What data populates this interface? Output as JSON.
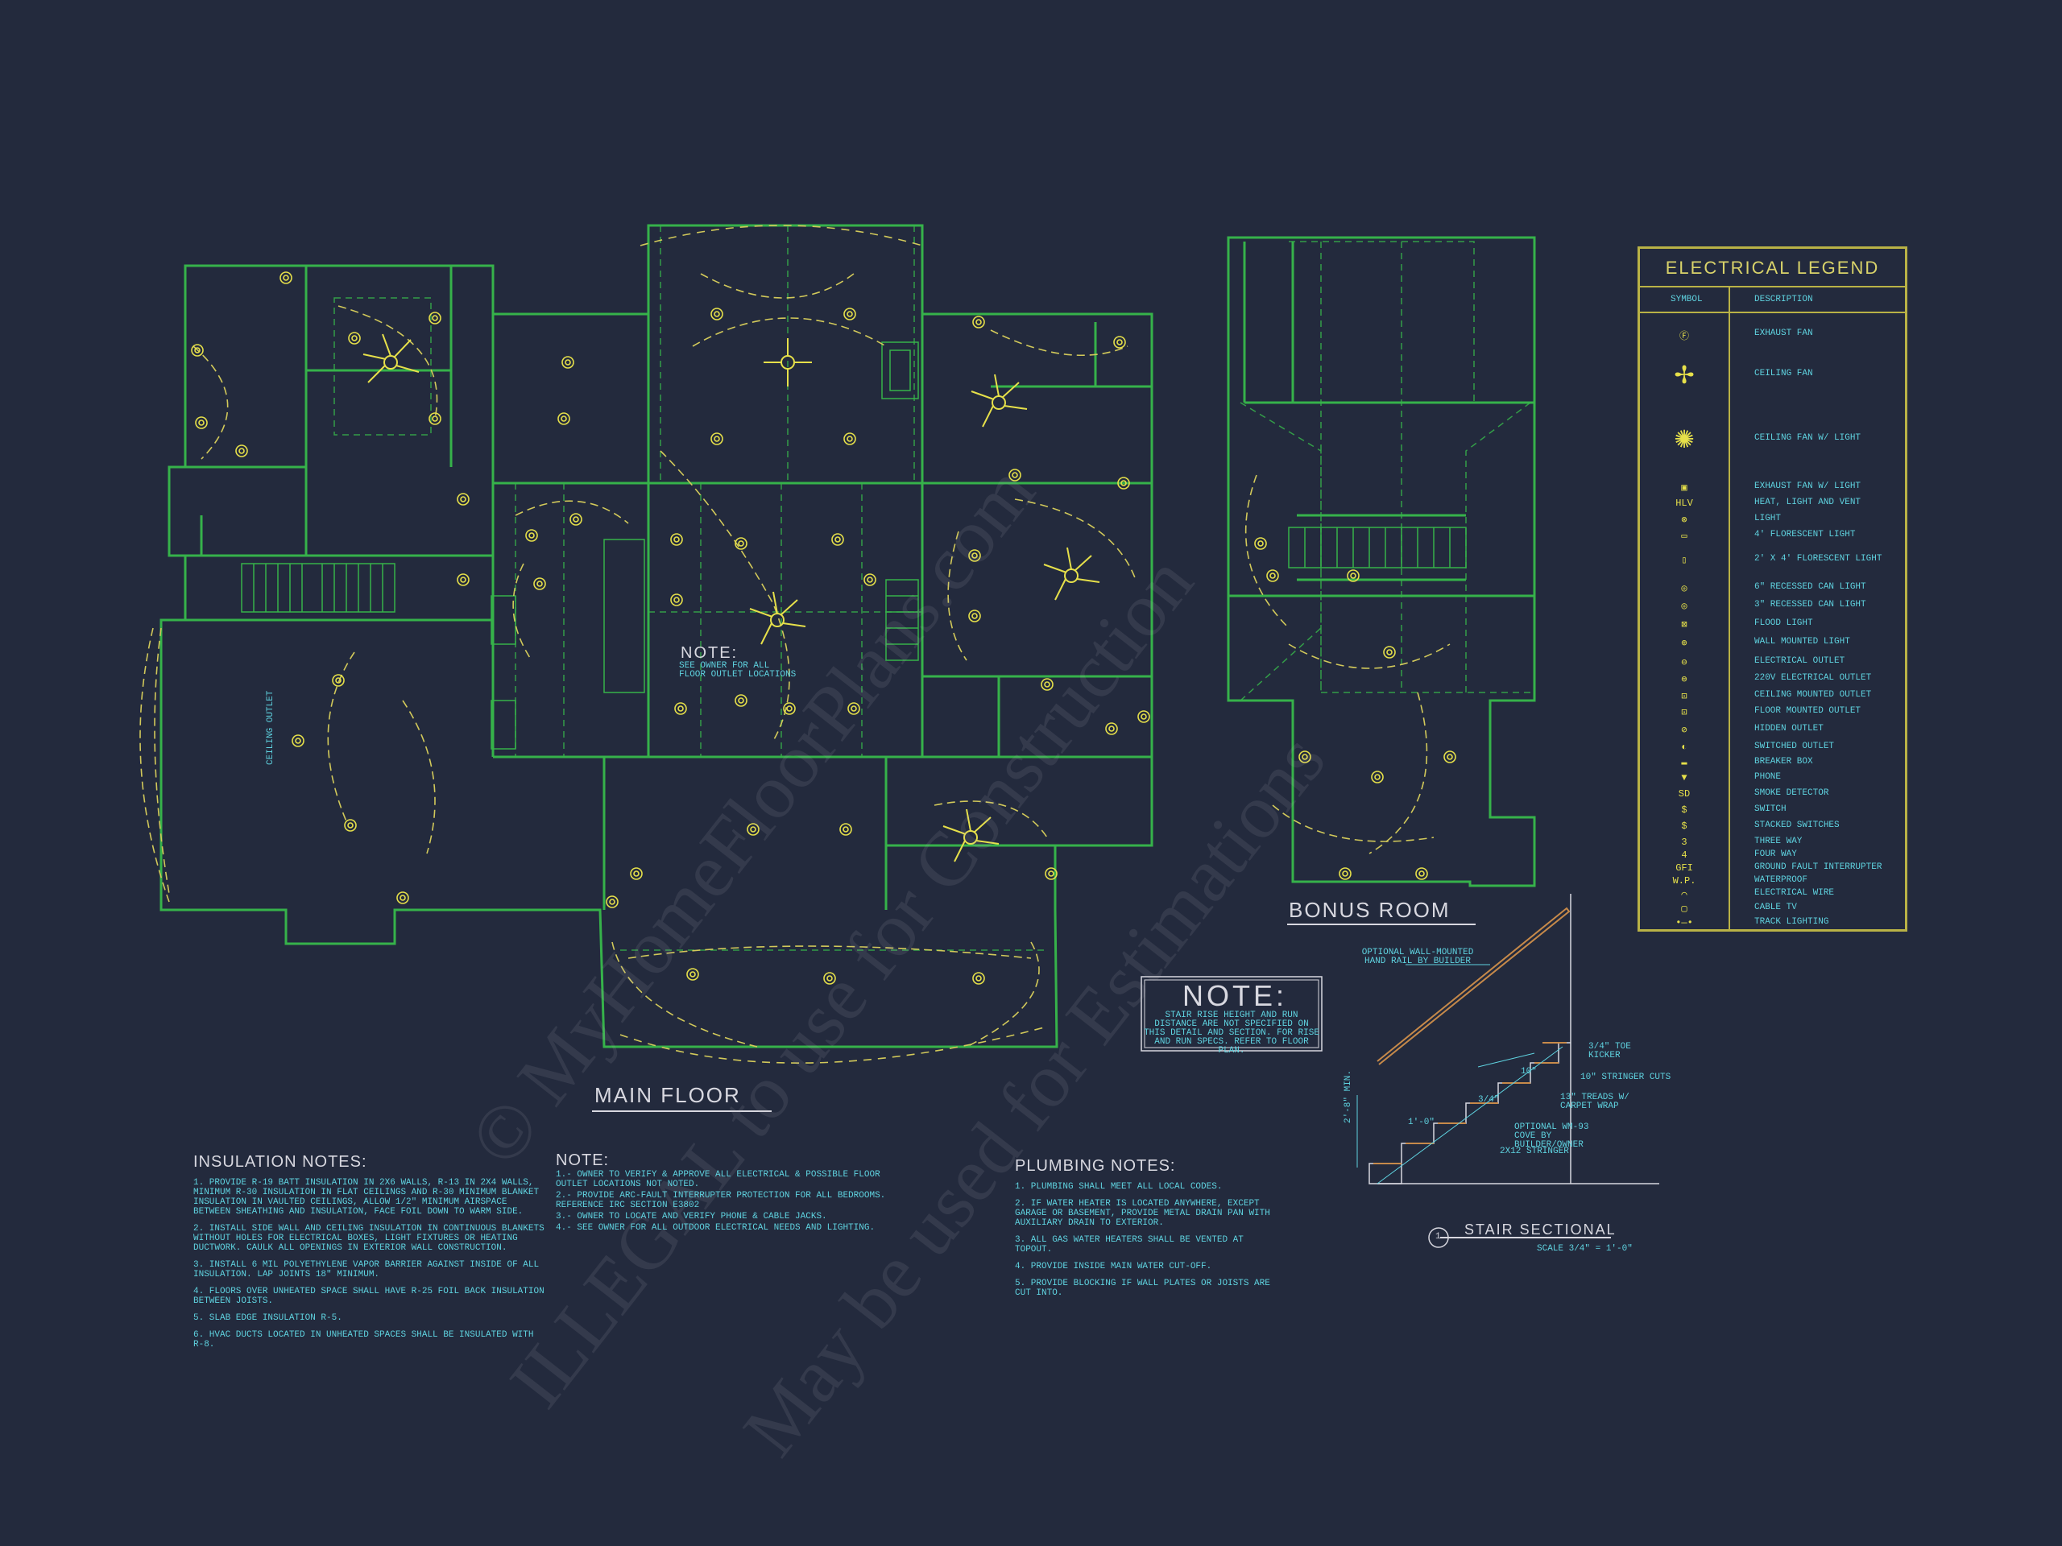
{
  "colors": {
    "background": "#232a3d",
    "walls": "#36b24a",
    "fixtures": "#e6e04a",
    "wiring": "#d2c95a",
    "text_cyan": "#5fd3e0",
    "legend_border": "#b9b246"
  },
  "floor_labels": {
    "main": "MAIN FLOOR",
    "bonus": "BONUS ROOM"
  },
  "plan_notes": {
    "owner_note_title": "NOTE:",
    "owner_note_text": "SEE OWNER FOR ALL FLOOR OUTLET LOCATIONS",
    "ceiling_outlet": "CEILING OUTLET",
    "stair_note_title": "NOTE:",
    "stair_note_text": "STAIR RISE HEIGHT AND RUN DISTANCE ARE NOT SPECIFIED ON THIS DETAIL AND SECTION. FOR RISE AND RUN SPECS. REFER TO FLOOR PLAN."
  },
  "watermark": {
    "line1": "© MyHomeFloorPlans.com",
    "line2": "ILLEGAL to use for Construction",
    "line3": "May be used for Estimations"
  },
  "legend": {
    "title": "ELECTRICAL LEGEND",
    "col_symbol": "SYMBOL",
    "col_description": "DESCRIPTION",
    "items": [
      {
        "icon": "exhaust-fan-icon",
        "symbol": "Ⓕ",
        "label": "EXHAUST FAN"
      },
      {
        "icon": "ceiling-fan-icon",
        "symbol": "✢",
        "label": "CEILING FAN"
      },
      {
        "icon": "ceiling-fan-light-icon",
        "symbol": "✺",
        "label": "CEILING FAN W/ LIGHT"
      },
      {
        "icon": "exhaust-fan-light-icon",
        "symbol": "▣",
        "label": "EXHAUST FAN W/ LIGHT"
      },
      {
        "icon": "heat-light-vent-icon",
        "symbol": "HLV",
        "label": "HEAT, LIGHT AND VENT"
      },
      {
        "icon": "light-icon",
        "symbol": "⊗",
        "label": "LIGHT"
      },
      {
        "icon": "fluorescent-4ft-icon",
        "symbol": "▭",
        "label": "4' FLORESCENT LIGHT"
      },
      {
        "icon": "fluorescent-2x4-icon",
        "symbol": "▯",
        "label": "2' X 4' FLORESCENT LIGHT"
      },
      {
        "icon": "recessed-can-6-icon",
        "symbol": "◎",
        "label": "6\" RECESSED CAN LIGHT"
      },
      {
        "icon": "recessed-can-3-icon",
        "symbol": "◎",
        "label": "3\" RECESSED CAN LIGHT"
      },
      {
        "icon": "flood-light-icon",
        "symbol": "⊠",
        "label": "FLOOD LIGHT"
      },
      {
        "icon": "wall-light-icon",
        "symbol": "⊕",
        "label": "WALL MOUNTED LIGHT"
      },
      {
        "icon": "outlet-icon",
        "symbol": "⊖",
        "label": "ELECTRICAL OUTLET"
      },
      {
        "icon": "outlet-220v-icon",
        "symbol": "⊜",
        "label": "220V ELECTRICAL OUTLET"
      },
      {
        "icon": "ceiling-outlet-icon",
        "symbol": "⊡",
        "label": "CEILING MOUNTED OUTLET"
      },
      {
        "icon": "floor-outlet-icon",
        "symbol": "⊡",
        "label": "FLOOR MOUNTED OUTLET"
      },
      {
        "icon": "hidden-outlet-icon",
        "symbol": "⊘",
        "label": "HIDDEN OUTLET"
      },
      {
        "icon": "switched-outlet-icon",
        "symbol": "◐",
        "label": "SWITCHED OUTLET"
      },
      {
        "icon": "breaker-box-icon",
        "symbol": "▬",
        "label": "BREAKER BOX"
      },
      {
        "icon": "phone-icon",
        "symbol": "▼",
        "label": "PHONE"
      },
      {
        "icon": "smoke-detector-icon",
        "symbol": "SD",
        "label": "SMOKE DETECTOR"
      },
      {
        "icon": "switch-icon",
        "symbol": "$",
        "label": "SWITCH"
      },
      {
        "icon": "stacked-switches-icon",
        "symbol": "$",
        "label": "STACKED SWITCHES"
      },
      {
        "icon": "three-way-icon",
        "symbol": "3",
        "label": "THREE WAY"
      },
      {
        "icon": "four-way-icon",
        "symbol": "4",
        "label": "FOUR WAY"
      },
      {
        "icon": "gfi-icon",
        "symbol": "GFI",
        "label": "GROUND FAULT INTERRUPTER"
      },
      {
        "icon": "waterproof-icon",
        "symbol": "W.P.",
        "label": "WATERPROOF"
      },
      {
        "icon": "electrical-wire-icon",
        "symbol": "⌒",
        "label": "ELECTRICAL WIRE"
      },
      {
        "icon": "cable-tv-icon",
        "symbol": "▢",
        "label": "CABLE TV"
      },
      {
        "icon": "track-lighting-icon",
        "symbol": "•—•",
        "label": "TRACK LIGHTING"
      }
    ]
  },
  "insulation_notes": {
    "title": "INSULATION NOTES:",
    "items": [
      "1. PROVIDE R-19 BATT INSULATION IN 2X6 WALLS, R-13 IN 2X4 WALLS, MINIMUM R-30 INSULATION IN FLAT CEILINGS AND R-30 MINIMUM BLANKET INSULATION IN VAULTED CEILINGS, ALLOW 1/2\" MINIMUM AIRSPACE BETWEEN SHEATHING AND INSULATION, FACE FOIL DOWN TO WARM SIDE.",
      "2. INSTALL SIDE WALL AND CEILING INSULATION IN CONTINUOUS BLANKETS WITHOUT HOLES FOR ELECTRICAL BOXES, LIGHT FIXTURES OR HEATING DUCTWORK. CAULK ALL OPENINGS IN EXTERIOR WALL CONSTRUCTION.",
      "3. INSTALL 6 MIL POLYETHYLENE VAPOR BARRIER AGAINST INSIDE OF ALL INSULATION. LAP JOINTS 18\" MINIMUM.",
      "4. FLOORS OVER UNHEATED SPACE SHALL HAVE R-25 FOIL BACK INSULATION BETWEEN JOISTS.",
      "5. SLAB EDGE INSULATION R-5.",
      "6. HVAC DUCTS LOCATED IN UNHEATED SPACES SHALL BE INSULATED WITH R-8."
    ]
  },
  "electrical_notes": {
    "title": "NOTE:",
    "items": [
      "1.- OWNER TO VERIFY & APPROVE ALL ELECTRICAL & POSSIBLE FLOOR OUTLET LOCATIONS NOT NOTED.",
      "2.- PROVIDE ARC-FAULT INTERRUPTER PROTECTION FOR ALL BEDROOMS. REFERENCE IRC SECTION E3802",
      "3.- OWNER TO LOCATE AND VERIFY PHONE & CABLE JACKS.",
      "4.- SEE OWNER FOR ALL OUTDOOR ELECTRICAL NEEDS AND LIGHTING."
    ]
  },
  "plumbing_notes": {
    "title": "PLUMBING NOTES:",
    "items": [
      "1. PLUMBING SHALL MEET ALL LOCAL CODES.",
      "2. IF WATER HEATER IS LOCATED ANYWHERE, EXCEPT GARAGE OR BASEMENT, PROVIDE METAL DRAIN PAN WITH AUXILIARY DRAIN TO EXTERIOR.",
      "3. ALL GAS WATER HEATERS SHALL BE VENTED AT TOPOUT.",
      "4. PROVIDE INSIDE MAIN WATER CUT-OFF.",
      "5. PROVIDE BLOCKING IF WALL PLATES OR JOISTS ARE CUT INTO."
    ]
  },
  "stair_section": {
    "number": "1",
    "title": "STAIR SECTIONAL",
    "scale": "SCALE 3/4\" = 1'-0\"",
    "callouts": {
      "handrail": "OPTIONAL WALL-MOUNTED HAND RAIL BY BUILDER",
      "toe_kicker": "3/4\" TOE KICKER",
      "stringer_cuts": "10\" STRINGER CUTS",
      "treads": "13\" TREADS W/ CARPET WRAP",
      "cove": "OPTIONAL WM-93 COVE BY BUILDER/OWNER",
      "stringer": "2X12 STRINGER",
      "dim_10": "10\"",
      "dim_34": "3/4\"",
      "dim_10ft": "1'-0\"",
      "height": "2'-8\" MIN."
    }
  }
}
